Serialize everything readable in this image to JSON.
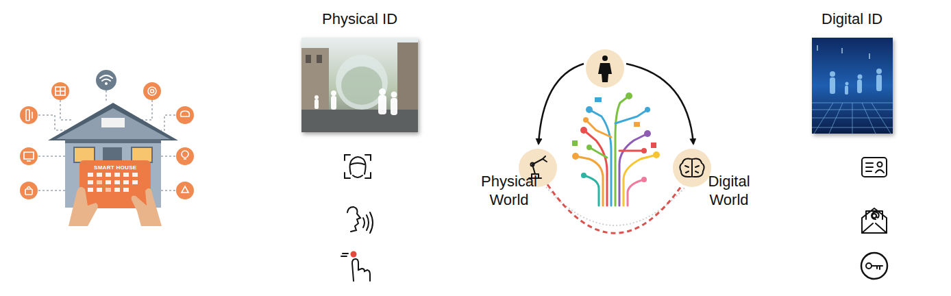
{
  "diagram": {
    "nodes": [
      {
        "text": [
          "Physical ID"
        ]
      },
      {
        "text": [
          "Physical World"
        ]
      },
      {
        "text": [
          "Digital World"
        ]
      },
      {
        "text": [
          "Digital ID"
        ]
      }
    ],
    "edges": [
      {
        "from": 1,
        "to": 2,
        "arrow": "none"
      }
    ],
    "labels": [
      "SMART HOUSE"
    ]
  }
}
